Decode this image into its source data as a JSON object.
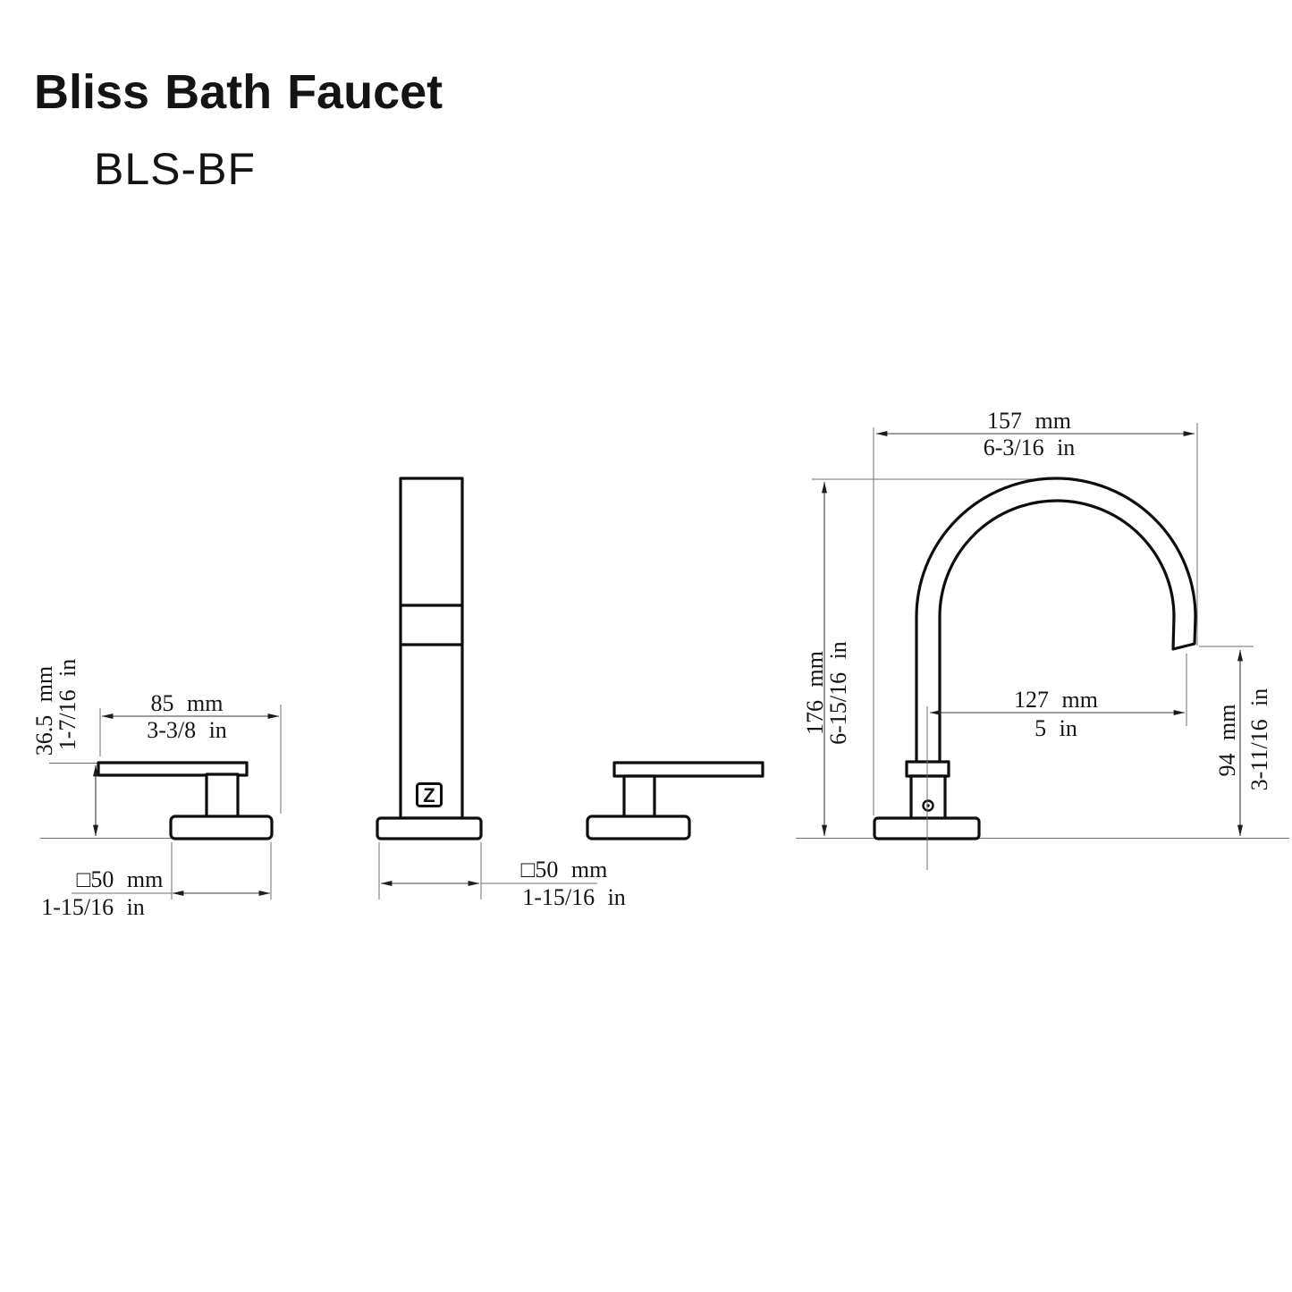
{
  "page": {
    "title": "Bliss Bath Faucet",
    "model": "BLS-BF"
  },
  "drawing": {
    "handle_side_view": {
      "height": {
        "mm": "36.5 mm",
        "in": "1-7/16 in"
      },
      "length": {
        "mm": "85 mm",
        "in": "3-3/8 in"
      },
      "base_width": {
        "mm": "□50 mm",
        "in": "1-15/16 in"
      }
    },
    "faucet_front_view": {
      "logo": "Z",
      "base_width": {
        "mm": "□50 mm",
        "in": "1-15/16 in"
      }
    },
    "spout_side_view": {
      "width": {
        "mm": "157 mm",
        "in": "6-3/16 in"
      },
      "height": {
        "mm": "176 mm",
        "in": "6-15/16 in"
      },
      "reach": {
        "mm": "127 mm",
        "in": "5 in"
      },
      "outlet_height": {
        "mm": "94 mm",
        "in": "3-11/16 in"
      }
    }
  }
}
